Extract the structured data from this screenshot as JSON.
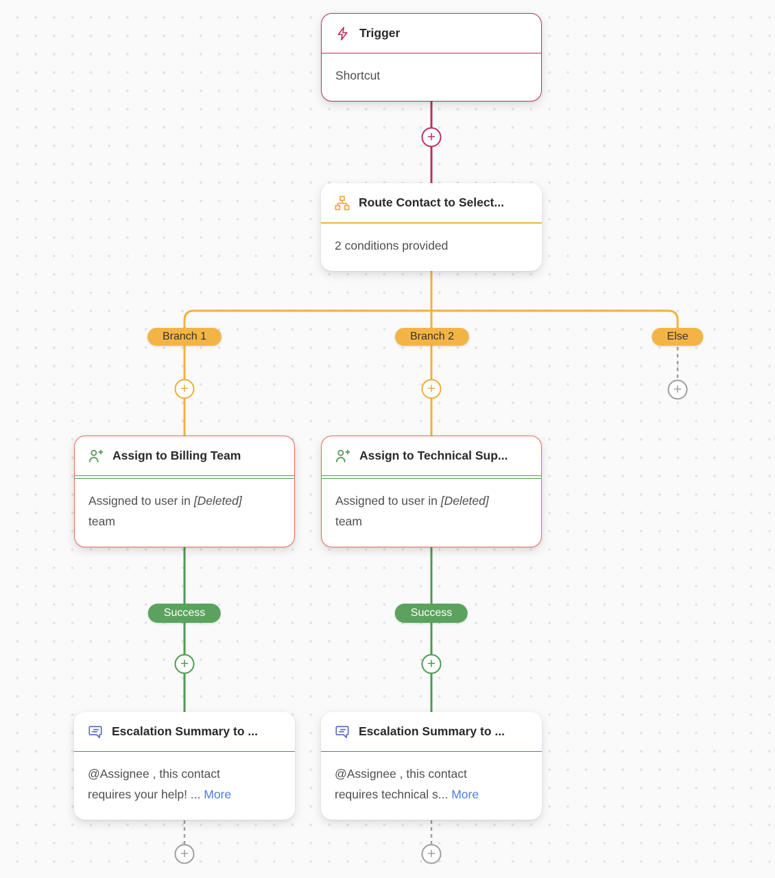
{
  "colors": {
    "trigger_accent": "#BE2F5C",
    "route_accent": "#F1B13F",
    "branch_pill": "#F2B545",
    "assign_border": "#EA6A57",
    "assign_accent": "#4E9B51",
    "success_pill": "#5BA35D",
    "escalation_accent": "#5F6EC2",
    "link_blue": "#4D7CE8",
    "inactive_gray": "#9e9e9e",
    "canvas_bg": "#fafafa"
  },
  "icons": {
    "trigger": "lightning-bolt-icon",
    "route": "sitemap-icon",
    "assign": "person-add-icon",
    "escalation": "comment-icon",
    "plus": "plus-icon"
  },
  "glyphs": {
    "plus": "+"
  },
  "trigger": {
    "title": "Trigger",
    "body": "Shortcut"
  },
  "route": {
    "title": "Route Contact to Select...",
    "body": "2 conditions provided"
  },
  "branch_labels": {
    "branch1": "Branch 1",
    "branch2": "Branch 2",
    "else_label": "Else"
  },
  "outcome_labels": {
    "success1": "Success",
    "success2": "Success"
  },
  "assign_billing": {
    "title": "Assign to Billing Team",
    "body_prefix": "Assigned to user in ",
    "body_deleted": "[Deleted]",
    "body_suffix": " team"
  },
  "assign_technical": {
    "title": "Assign to Technical Sup...",
    "body_prefix": "Assigned to user in ",
    "body_deleted": "[Deleted]",
    "body_suffix": " team"
  },
  "escalation_left": {
    "title": "Escalation Summary to ...",
    "body": "@Assignee , this contact requires your help! ... ",
    "more_label": "More"
  },
  "escalation_right": {
    "title": "Escalation Summary to ...",
    "body": "@Assignee , this contact requires technical s... ",
    "more_label": "More"
  }
}
